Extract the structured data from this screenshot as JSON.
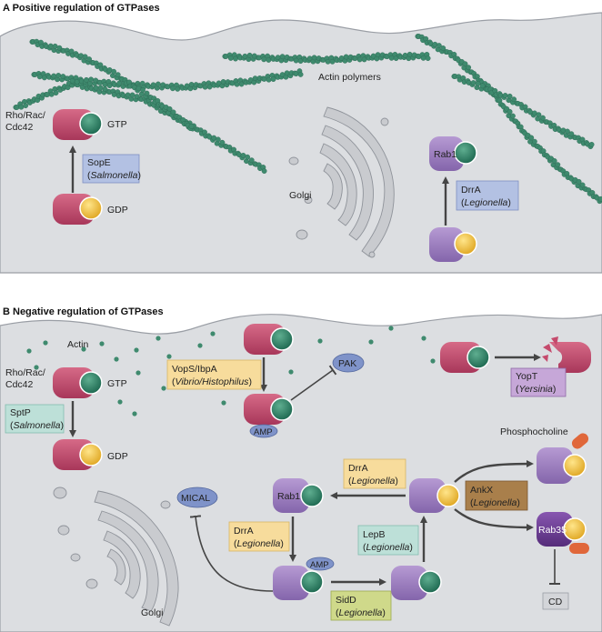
{
  "panel_a": {
    "title": "A  Positive regulation of GTPases",
    "rho_label_1": "Rho/Rac/",
    "rho_label_2": "Cdc42",
    "gtp_label": "GTP",
    "gdp_label": "GDP",
    "sope_name": "SopE",
    "sope_org": "Salmonella",
    "actin_label": "Actin polymers",
    "golgi_label": "Golgi",
    "rab1_label": "Rab1",
    "drra_name": "DrrA",
    "drra_org": "Legionella"
  },
  "panel_b": {
    "title": "B  Negative regulation of GTPases",
    "actin_label": "Actin",
    "rho_label_1": "Rho/Rac/",
    "rho_label_2": "Cdc42",
    "gtp_label": "GTP",
    "gdp_label": "GDP",
    "sptp_name": "SptP",
    "sptp_org": "Salmonella",
    "vops_name": "VopS/IbpA",
    "vops_org": "Vibrio/Histophilus",
    "amp_label": "AMP",
    "pak_label": "PAK",
    "yopt_name": "YopT",
    "yopt_org": "Yersinia",
    "phosphocholine_label": "Phosphocholine",
    "drra_name": "DrrA",
    "drra_org": "Legionella",
    "ankx_name": "AnkX",
    "ankx_org": "Legionella",
    "rab1_label": "Rab1",
    "rab35_label": "Rab35",
    "mical_label": "MICAL",
    "lepb_name": "LepB",
    "lepb_org": "Legionella",
    "sidd_name": "SidD",
    "sidd_org": "Legionella",
    "golgi_label": "Golgi",
    "cd_label": "CD"
  },
  "colors": {
    "cell": "#dcdee1",
    "membrane": "#9a9ea5",
    "rho": "#c54a6c",
    "rab": "#9c7cbd",
    "rab35": "#6d3f95",
    "gtp": "#2f8066",
    "gdp": "#f2c038",
    "actin": "#3f8a6e",
    "orange": "#e0673a"
  }
}
